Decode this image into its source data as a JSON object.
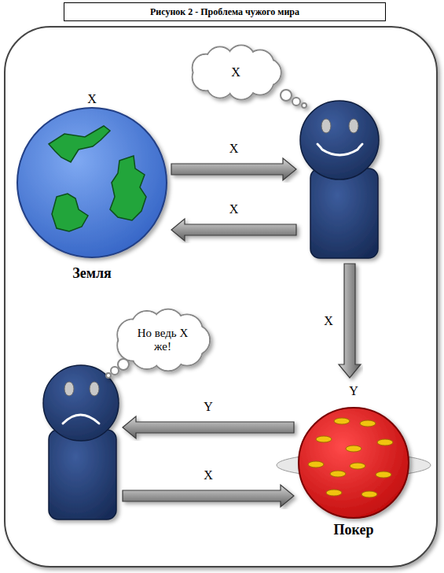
{
  "diagram": {
    "title": "Рисунок 2 - Проблема чужого мира",
    "nodes": [
      {
        "text": [
          "X",
          "Земля"
        ]
      },
      {
        "text": [
          "X"
        ]
      },
      {
        "text": [
          "Но ведь X же!"
        ]
      },
      {
        "text": [
          "Y",
          "Покер"
        ]
      }
    ],
    "edges": [
      {
        "from": 0,
        "to": 1,
        "label": "X",
        "arrow": "to"
      },
      {
        "from": 1,
        "to": 0,
        "label": "X",
        "arrow": "to"
      },
      {
        "from": 1,
        "to": 3,
        "label": "X",
        "arrow": "to"
      },
      {
        "from": 3,
        "to": 2,
        "label": "Y",
        "arrow": "to"
      },
      {
        "from": 2,
        "to": 3,
        "label": "X",
        "arrow": "to"
      }
    ]
  }
}
